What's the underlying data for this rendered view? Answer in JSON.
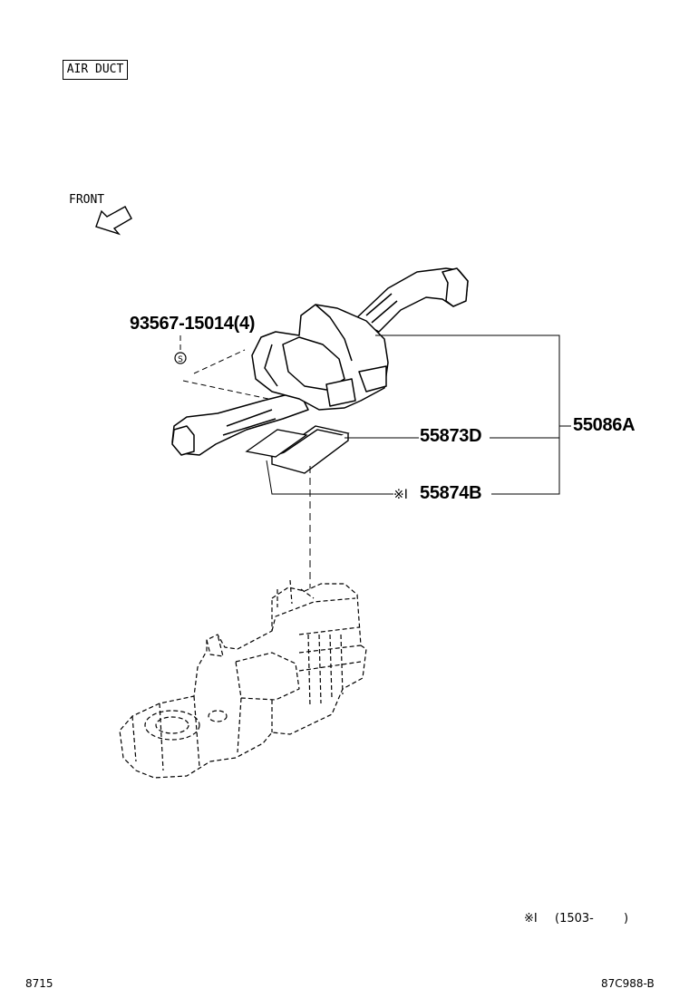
{
  "header": {
    "section_title": "AIR DUCT"
  },
  "orientation": {
    "front_label": "FRONT",
    "arrow_icon": "front-arrow-icon"
  },
  "parts": {
    "screw": "93567-15014(4)",
    "screw_symbol": "S",
    "filter_d": "55873D",
    "filter_b_mark": "※I",
    "filter_b": "55874B",
    "assembly": "55086A"
  },
  "notes": {
    "mark": "※I",
    "range_open": "(1503-",
    "range_close": ")"
  },
  "footer": {
    "left_code": "8715",
    "right_code": "87C988-B"
  }
}
